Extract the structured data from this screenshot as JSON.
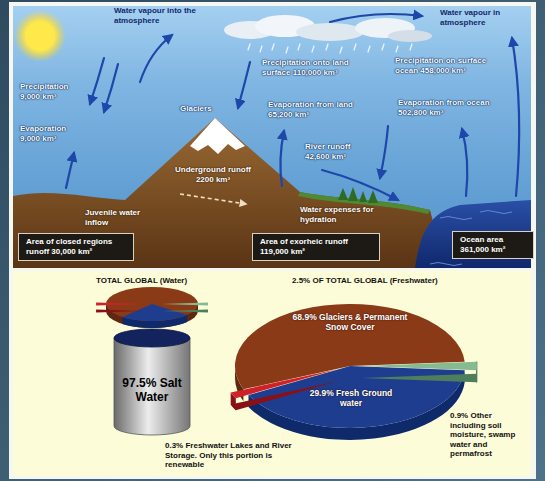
{
  "diagram": {
    "nodes": [
      {
        "text": [
          "Area of closed regions runoff 30,000 km²"
        ]
      },
      {
        "text": [
          "Area of exorheic runoff 119,000 km²"
        ]
      },
      {
        "text": [
          "Ocean area 361,000 km²"
        ]
      },
      {
        "text": [
          "97.5% Salt Water"
        ]
      }
    ],
    "labels": [
      "Water vapour into the atmosphere",
      "Water vapour in atmosphere",
      "Precipitation 9,000 km³",
      "Evaporation 9,000 km³",
      "Glaciers",
      "Precipitation onto land surface 110,000 km³",
      "Evaporation from land 65,200 km³",
      "River runoff 42,600 km³",
      "Precipitation on surface ocean 458,000 km³",
      "Evaporation from ocean 502,800 km³",
      "Underground runoff 2200 km³",
      "Juvenile water inflow",
      "Water expenses for hydration",
      "TOTAL GLOBAL (Water)",
      "2.5% OF TOTAL GLOBAL (Freshwater)",
      "68.9% Glaciers & Permanent Snow Cover",
      "29.9% Fresh Ground water",
      "0.3% Freshwater Lakes and River Storage. Only this portion is renewable",
      "0.9% Other including soil moisture, swamp water and permafrost"
    ]
  }
}
